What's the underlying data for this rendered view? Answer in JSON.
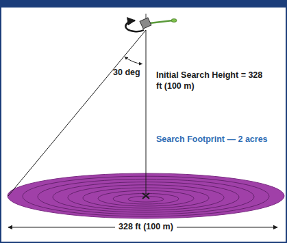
{
  "diagram": {
    "labels": [
      "30 deg",
      "Initial Search Height = 328 ft (100 m)",
      "Search Footprint — 2 acres",
      "328 ft (100 m)"
    ]
  }
}
